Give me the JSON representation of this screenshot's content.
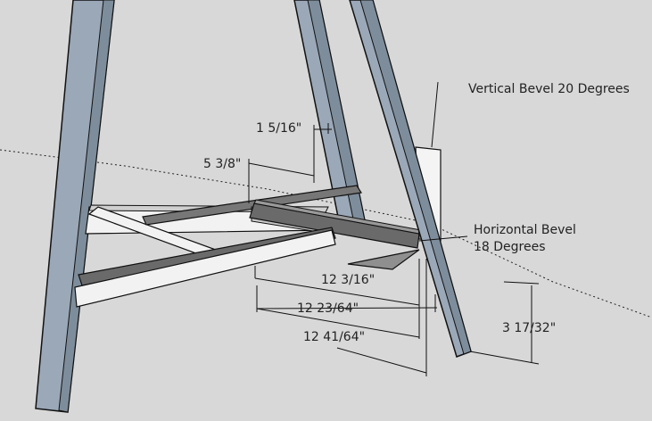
{
  "annotations": {
    "vertical_bevel": "Vertical Bevel 20 Degrees",
    "horizontal_bevel_line1": "Horizontal Bevel",
    "horizontal_bevel_line2": "18 Degrees"
  },
  "dimensions": {
    "d1": "1 5/16\"",
    "d2": "5 3/8\"",
    "d3": "12 3/16\"",
    "d4": "12 23/64\"",
    "d5": "12 41/64\"",
    "d6": "3 17/32\""
  },
  "colors": {
    "background": "#d8d8d8",
    "leg_face": "#9aa8b8",
    "leg_side": "#6f7e8c",
    "brace_light": "#f2f2f2",
    "brace_dark": "#6a6a6a",
    "edge": "#111111"
  }
}
